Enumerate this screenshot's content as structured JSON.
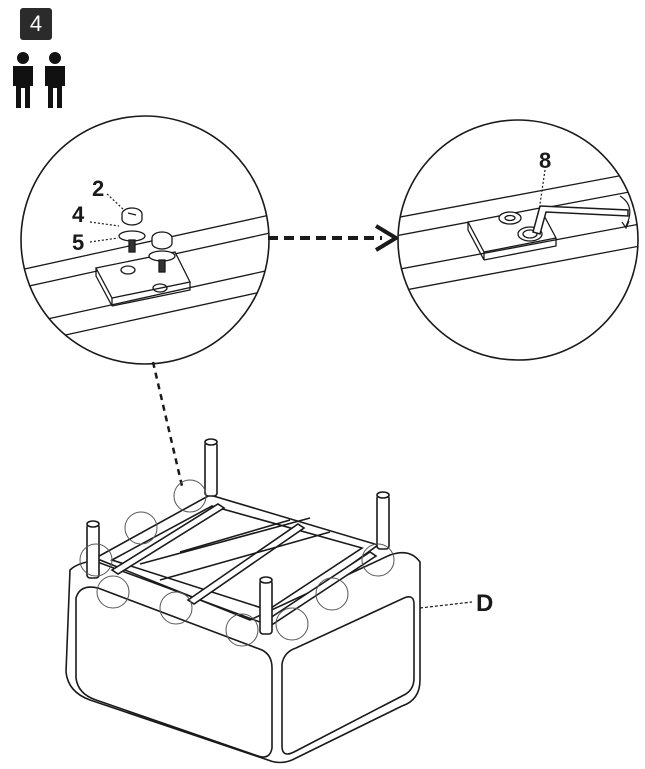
{
  "step": {
    "number": "4"
  },
  "persons": {
    "count": 2,
    "icon": "person-icon"
  },
  "callouts": {
    "part_2": "2",
    "part_4": "4",
    "part_5": "5",
    "part_8": "8",
    "part_D": "D"
  },
  "colors": {
    "ink": "#1a1a1a",
    "badge": "#2b2b2b",
    "background": "#ffffff"
  }
}
